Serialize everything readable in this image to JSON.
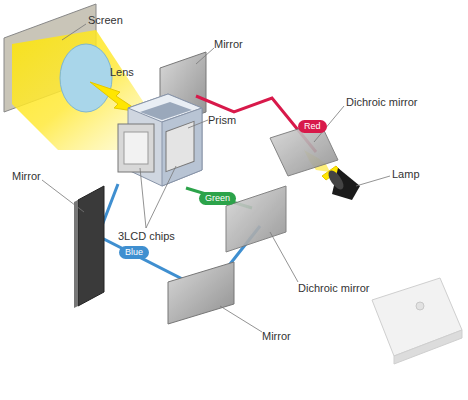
{
  "diagram": {
    "nodes": [
      {
        "text": [
          "Red"
        ]
      },
      {
        "text": [
          "Green"
        ]
      },
      {
        "text": [
          "Blue"
        ]
      }
    ],
    "labels": [
      "Screen",
      "Mirror",
      "Lens",
      "Prism",
      "Dichroic mirror",
      "Lamp",
      "3LCD chips",
      "Mirror",
      "Dichroic mirror",
      "Mirror"
    ]
  }
}
